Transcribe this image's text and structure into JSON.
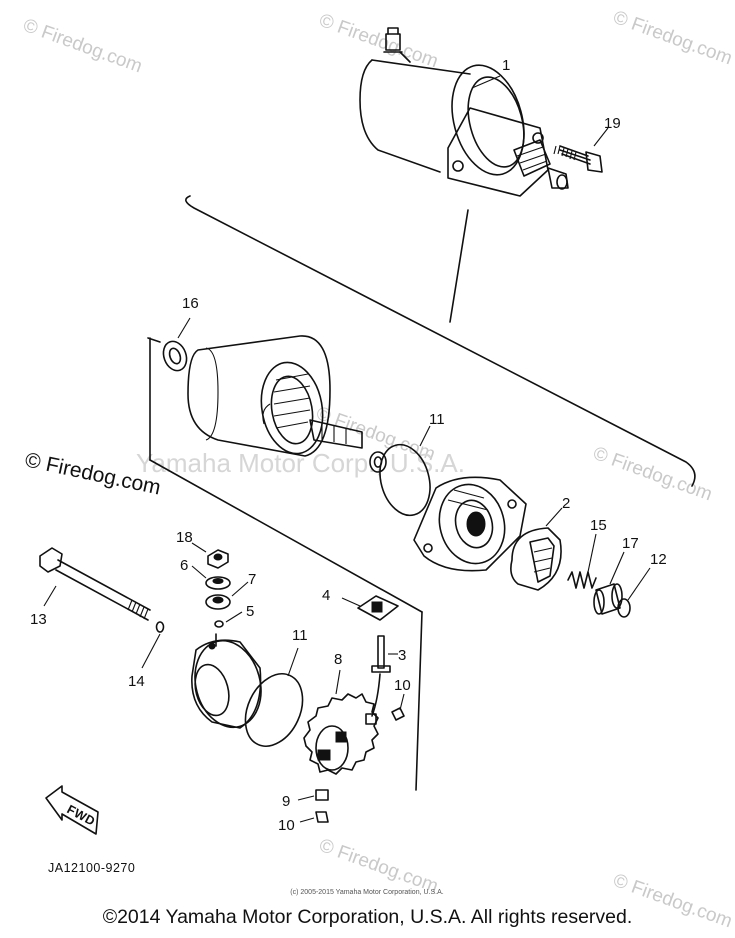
{
  "watermarks": {
    "short": "© Firedog.com",
    "left_side": "© Firedog.com",
    "center": "Yamaha Motor Corp., U.S.A."
  },
  "diagram_code": "JA12100-9270",
  "small_copyright": "(c) 2005-2015 Yamaha Motor Corporation, U.S.A.",
  "fwd_label": "FWD",
  "footer": "©2014 Yamaha Motor Corporation, U.S.A. All rights reserved.",
  "callouts": [
    {
      "id": "c1",
      "label": "1"
    },
    {
      "id": "c19",
      "label": "19"
    },
    {
      "id": "c16",
      "label": "16"
    },
    {
      "id": "c11a",
      "label": "11"
    },
    {
      "id": "c2",
      "label": "2"
    },
    {
      "id": "c15",
      "label": "15"
    },
    {
      "id": "c17",
      "label": "17"
    },
    {
      "id": "c12",
      "label": "12"
    },
    {
      "id": "c18",
      "label": "18"
    },
    {
      "id": "c6",
      "label": "6"
    },
    {
      "id": "c7",
      "label": "7"
    },
    {
      "id": "c5",
      "label": "5"
    },
    {
      "id": "c4",
      "label": "4"
    },
    {
      "id": "c13",
      "label": "13"
    },
    {
      "id": "c14",
      "label": "14"
    },
    {
      "id": "c11b",
      "label": "11"
    },
    {
      "id": "c8",
      "label": "8"
    },
    {
      "id": "c3",
      "label": "3"
    },
    {
      "id": "c10a",
      "label": "10"
    },
    {
      "id": "c9",
      "label": "9"
    },
    {
      "id": "c10b",
      "label": "10"
    }
  ]
}
